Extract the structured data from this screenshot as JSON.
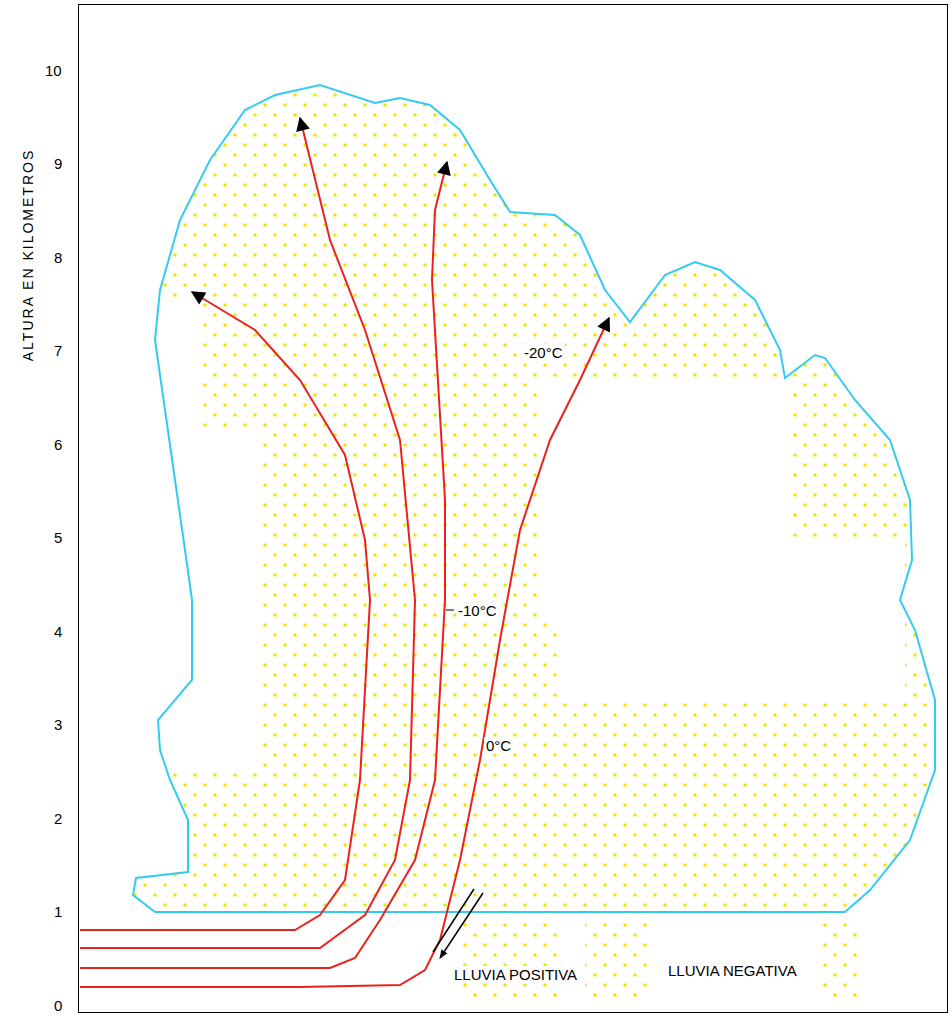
{
  "diagram": {
    "labels": [
      "ALTURA EN KILOMETROS",
      "10",
      "9",
      "8",
      "7",
      "6",
      "5",
      "4",
      "3",
      "2",
      "1",
      "0",
      "-20°C",
      "-10°C",
      "0°C",
      "LLUVIA POSITIVA",
      "LLUVIA NEGATIVA"
    ]
  }
}
